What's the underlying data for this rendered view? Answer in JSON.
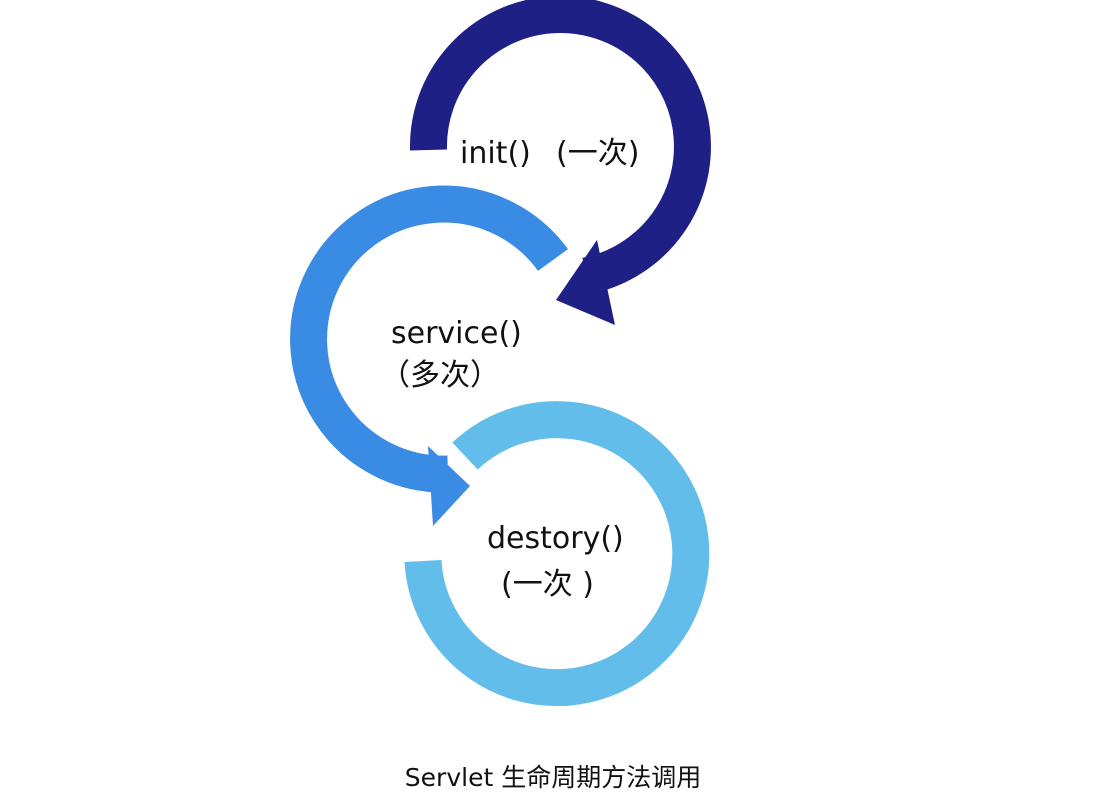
{
  "stages": [
    {
      "id": "init",
      "method": "init()",
      "frequency": "(一次)",
      "color": "#1f2085"
    },
    {
      "id": "service",
      "method": "service()",
      "frequency": "（多次）",
      "color": "#3a8be3"
    },
    {
      "id": "destory",
      "method": "destory()",
      "frequency": "(一次 )",
      "color": "#62bdea"
    }
  ],
  "caption": "Servlet 生命周期方法调用"
}
